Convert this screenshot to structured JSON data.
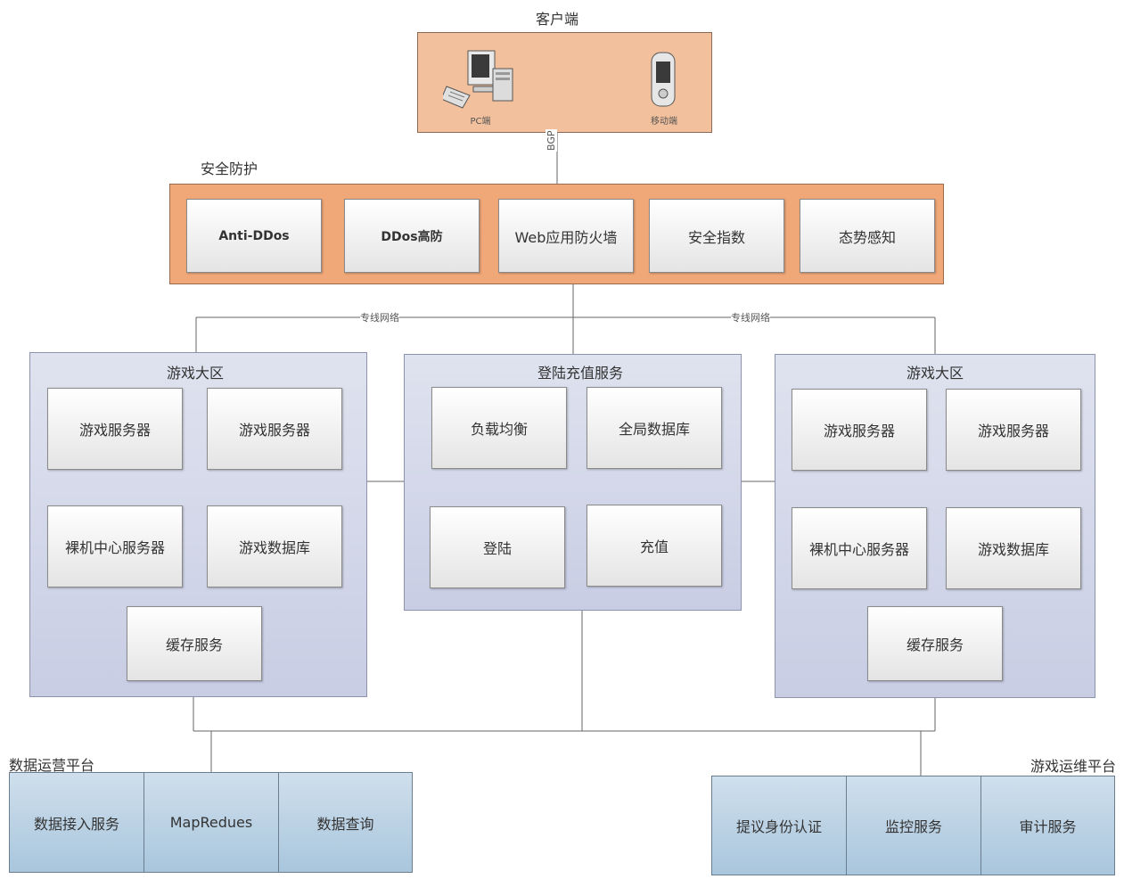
{
  "client": {
    "title": "客户端",
    "pc_label": "PC端",
    "mobile_label": "移动端"
  },
  "bgp_label": "BGP",
  "security": {
    "title": "安全防护",
    "items": [
      "Anti-DDos",
      "DDos高防",
      "Web应用防火墙",
      "安全指数",
      "态势感知"
    ]
  },
  "private_network_label": "专线网络",
  "zone_left": {
    "title": "游戏大区",
    "items": [
      "游戏服务器",
      "游戏服务器",
      "裸机中心服务器",
      "游戏数据库",
      "缓存服务"
    ]
  },
  "zone_middle": {
    "title": "登陆充值服务",
    "items": [
      "负载均衡",
      "全局数据库",
      "登陆",
      "充值"
    ]
  },
  "zone_right": {
    "title": "游戏大区",
    "items": [
      "游戏服务器",
      "游戏服务器",
      "裸机中心服务器",
      "游戏数据库",
      "缓存服务"
    ]
  },
  "data_platform": {
    "title": "数据运营平台",
    "items": [
      "数据接入服务",
      "MapRedues",
      "数据查询"
    ]
  },
  "ops_platform": {
    "title": "游戏运维平台",
    "items": [
      "提议身份认证",
      "监控服务",
      "审计服务"
    ]
  }
}
